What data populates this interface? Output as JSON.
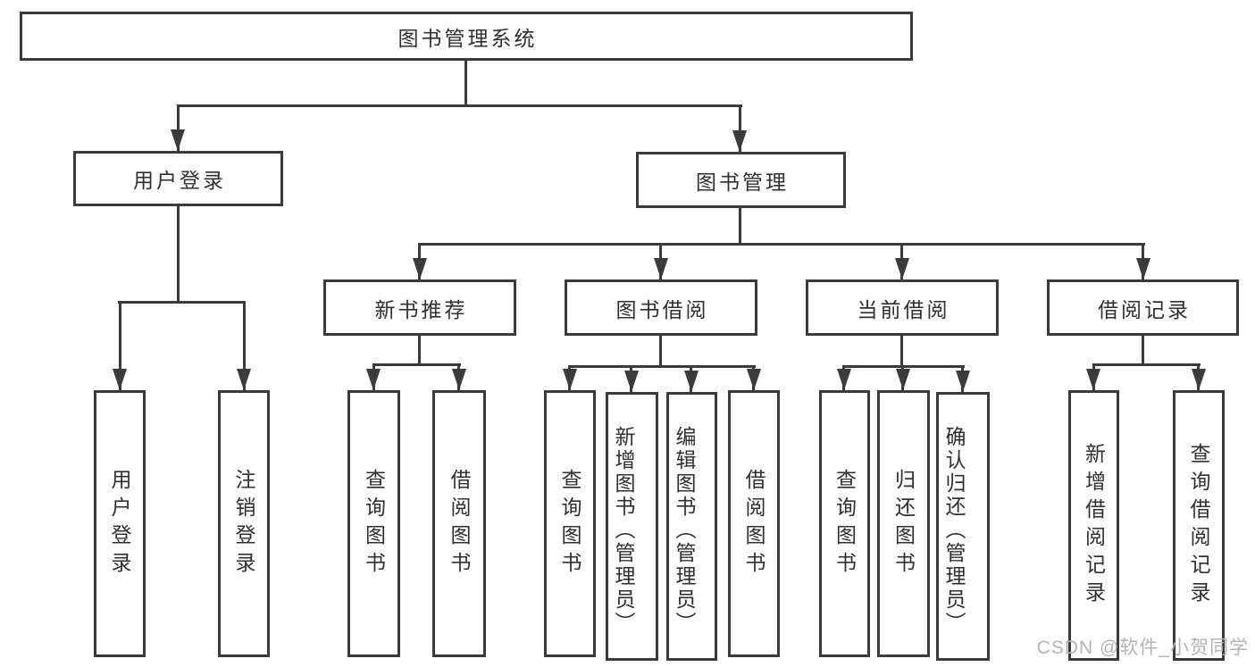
{
  "diagram": {
    "root_label": "图书管理系统",
    "level2": [
      "用户登录",
      "图书管理"
    ],
    "level3": [
      "新书推荐",
      "图书借阅",
      "当前借阅",
      "借阅记录"
    ],
    "leaves": {
      "user_login": [
        "用户登录",
        "注销登录"
      ],
      "new_book_recommend": [
        "查询图书",
        "借阅图书"
      ],
      "book_borrow": [
        "查询图书",
        "新增图书（管理员）",
        "编辑图书（管理员）",
        "借阅图书"
      ],
      "current_borrow": [
        "查询图书",
        "归还图书",
        "确认归还（管理员）"
      ],
      "borrow_records": [
        "新增借阅记录",
        "查询借阅记录"
      ]
    }
  },
  "watermark": {
    "text": "CSDN @软件_小贺同学"
  },
  "colors": {
    "line": "#3b3b3b",
    "text": "#303030",
    "background": "#ffffff",
    "watermark": "#b4b4b4"
  }
}
